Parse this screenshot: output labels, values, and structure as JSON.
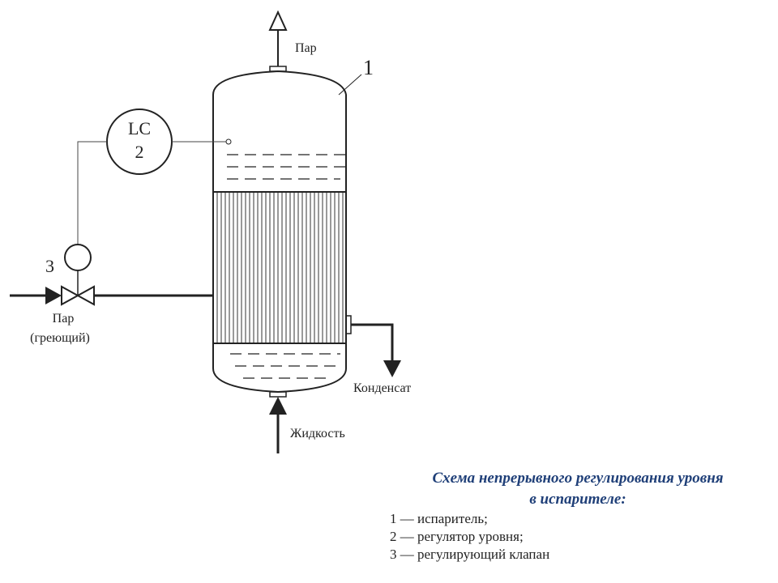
{
  "diagram": {
    "labels": {
      "steam_out": "Пар",
      "apparatus_number": "1",
      "controller_line1": "LC",
      "controller_line2": "2",
      "valve_number": "3",
      "steam_in_line1": "Пар",
      "steam_in_line2": "(греющий)",
      "condensate": "Конденсат",
      "liquid": "Жидкость"
    }
  },
  "legend": {
    "title_line1": "Схема непрерывного регулирования уровня",
    "title_line2": "в испарителе:",
    "items": [
      "1 — испаритель;",
      "2 — регулятор  уровня;",
      "3 — регулирующий  клапан"
    ]
  },
  "colors": {
    "line": "#222222",
    "legend_title": "#1f3f78"
  }
}
